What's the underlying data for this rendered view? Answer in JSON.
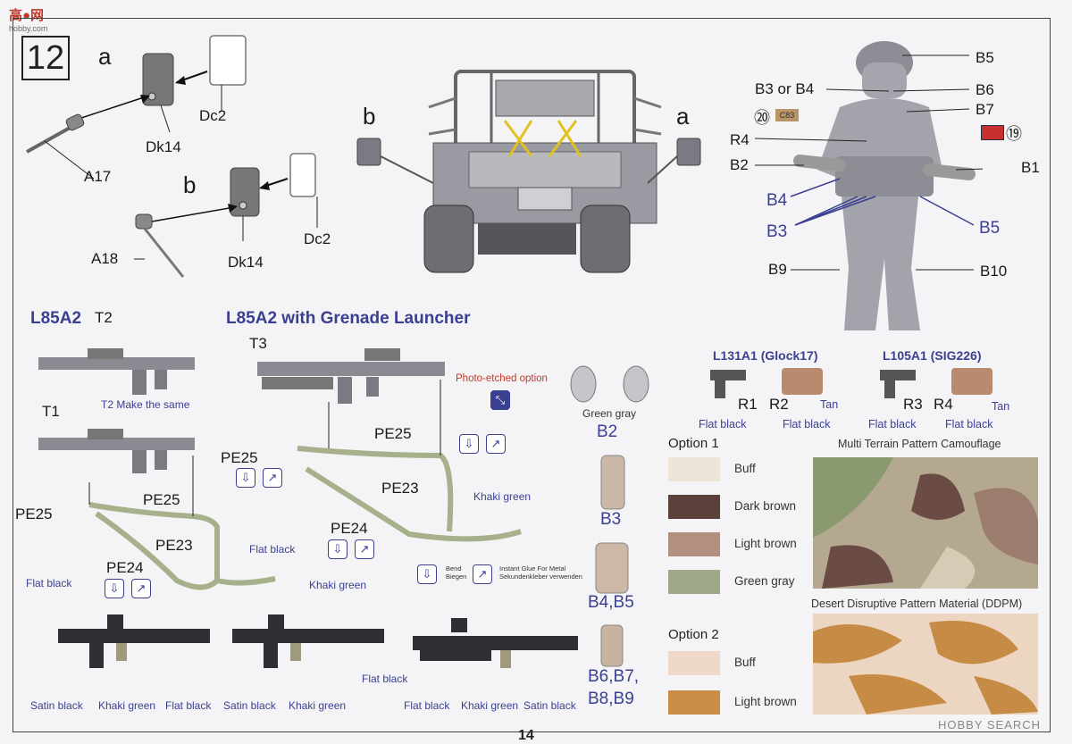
{
  "header": {
    "logo": "高●网",
    "logo_sub": "hobby.com",
    "step": "12"
  },
  "top_left": {
    "a": "a",
    "b": "b",
    "parts": [
      "Dc2",
      "Dk14",
      "A17",
      "Dc2",
      "Dk14",
      "A18"
    ]
  },
  "vehicle": {
    "b": "b",
    "a": "a"
  },
  "figure": {
    "labels": [
      "B5",
      "B3 or B4",
      "B6",
      "B7",
      "R4",
      "B2",
      "B1",
      "B4",
      "B3",
      "B5",
      "B9",
      "B10"
    ],
    "decal_20": "⑳",
    "decal_19": "⑲",
    "decal_text": "C83"
  },
  "rifles": {
    "title_l85": "L85A2",
    "title_l85_gl": "L85A2 with Grenade Launcher",
    "t2": "T2",
    "t2_note": "T2 Make the same",
    "t1": "T1",
    "t3": "T3",
    "pe25": "PE25",
    "pe23": "PE23",
    "pe24": "PE24",
    "flat_black": "Flat black",
    "khaki_green": "Khaki green",
    "photo_etched": "Photo-etched option",
    "legend_bend": "Bend\nBiegen",
    "legend_glue": "Instant Glue For Metal\nSekundenkleber verwenden"
  },
  "pistols": {
    "glock": "L131A1 (Glock17)",
    "sig": "L105A1 (SIG226)",
    "r1": "R1",
    "r2": "R2",
    "r3": "R3",
    "r4": "R4",
    "flat_black": "Flat black",
    "tan": "Tan"
  },
  "pads": {
    "green_gray": "Green gray",
    "b2": "B2",
    "b3": "B3",
    "b45": "B4,B5",
    "b67": "B6,B7,",
    "b89": "B8,B9"
  },
  "options": {
    "option1": "Option 1",
    "option1_items": [
      {
        "name": "Buff",
        "color": "#ece5d8"
      },
      {
        "name": "Dark brown",
        "color": "#5a4038"
      },
      {
        "name": "Light brown",
        "color": "#b3907e"
      },
      {
        "name": "Green gray",
        "color": "#9ea98a"
      }
    ],
    "option2": "Option 2",
    "option2_items": [
      {
        "name": "Buff",
        "color": "#f0d8c8"
      },
      {
        "name": "Light brown",
        "color": "#c98d45"
      }
    ],
    "mtp": "Multi Terrain Pattern Camouflage",
    "ddpm": "Desert Disruptive Pattern Material (DDPM)"
  },
  "bottom_rifles": {
    "labels1": [
      "Satin black",
      "Khaki green",
      "Flat black"
    ],
    "labels2": [
      "Satin black",
      "Khaki green",
      "Flat black"
    ],
    "labels3": [
      "Flat black",
      "Khaki green",
      "Satin black"
    ]
  },
  "footer": {
    "page": "14",
    "watermark": "HOBBY SEARCH"
  }
}
